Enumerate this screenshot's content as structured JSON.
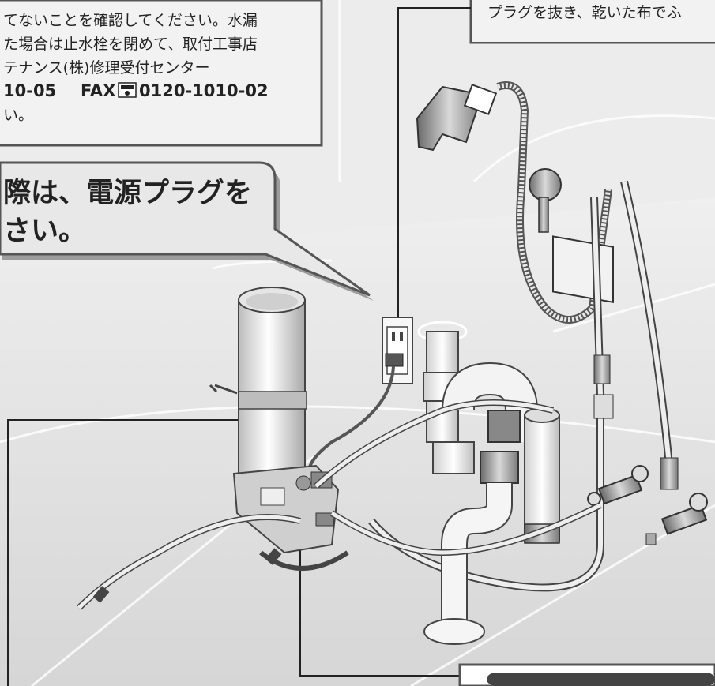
{
  "notice_box": {
    "line1": "てないことを確認してください。水漏",
    "line2": "た場合は止水栓を閉めて、取付工事店",
    "line3": "テナンス(株)修理受付センター",
    "line4_tel": "10-05",
    "line4_fax_label": "FAX",
    "line4_fax_icon": "☎",
    "line4_fax_number": "0120-1010-02",
    "line5": "い。"
  },
  "plug_note": {
    "text": "プラグを抜き、乾いた布でふ"
  },
  "speech_bubble": {
    "line1": "際は、電源プラグを",
    "line2": "さい。"
  },
  "colors": {
    "panel_border": "#555555",
    "panel_fill": "#f2f2f2",
    "bubble_fill": "#e8e8e8",
    "floor": "#d9d9d9",
    "wall": "#ececec",
    "dark_label": "#444444"
  }
}
